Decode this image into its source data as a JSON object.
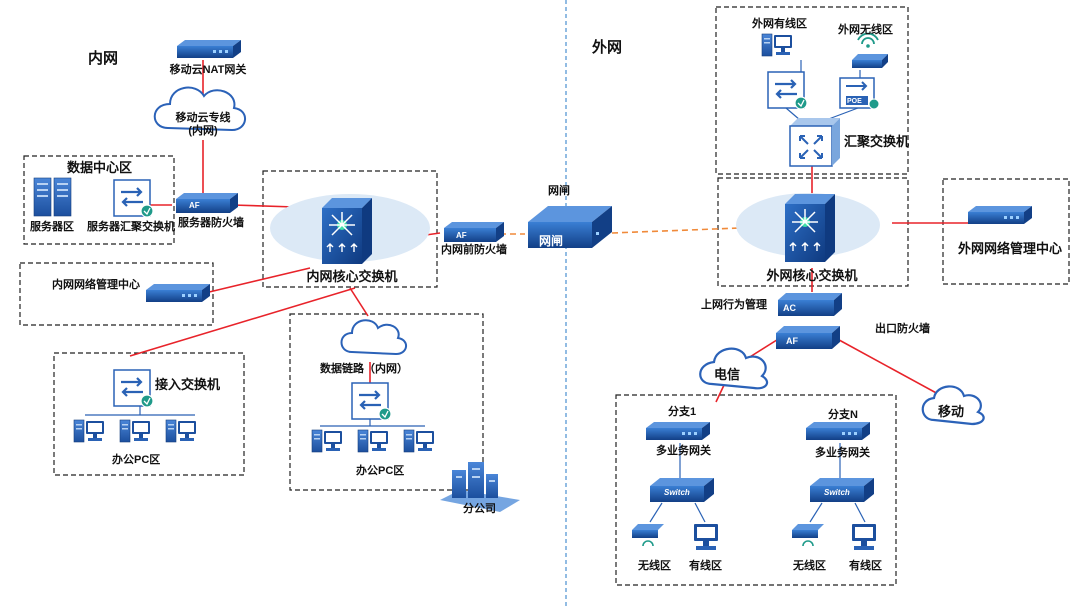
{
  "labels": {
    "intranet": "内网",
    "extranet": "外网",
    "mobile_cloud_nat": "移动云NAT网关",
    "mobile_cloud_line_1": "移动云专线",
    "mobile_cloud_line_2": "(内网)",
    "datacenter": "数据中心区",
    "server_zone": "服务器区",
    "server_agg_switch": "服务器汇聚交换机",
    "server_firewall": "服务器防火墙",
    "af": "AF",
    "intranet_core": "内网核心交换机",
    "intranet_mgmt": "内网网络管理中心",
    "front_firewall": "内网前防火墙",
    "gatekeeper_top": "网闸",
    "gatekeeper_device": "网闸",
    "access_switch": "接入交换机",
    "office_pc_1": "办公PC区",
    "data_link": "数据链路（内网）",
    "office_pc_2": "办公PC区",
    "branch_company": "分公司",
    "ext_wired": "外网有线区",
    "ext_wireless": "外网无线区",
    "poe": "POE",
    "agg_switch": "汇聚交换机",
    "extranet_core": "外网核心交换机",
    "ext_mgmt": "外网网络管理中心",
    "behavior_mgmt": "上网行为管理",
    "ac": "AC",
    "exit_firewall": "出口防火墙",
    "telecom": "电信",
    "mobile": "移动",
    "branch_1": "分支1",
    "branch_n": "分支N",
    "multi_gateway_1": "多业务网关",
    "multi_gateway_n": "多业务网关",
    "switch_text": "Switch",
    "wireless_1": "无线区",
    "wired_1": "有线区",
    "wireless_n": "无线区",
    "wired_n": "有线区"
  },
  "colors": {
    "red_link": "#e8232a",
    "orange_dash": "#f08a3a",
    "blue_divider": "#4a8fd0",
    "device_blue": "#1f5aa8",
    "cloud_stroke": "#2b62b8",
    "ellipse_fill": "#dce9f6"
  }
}
